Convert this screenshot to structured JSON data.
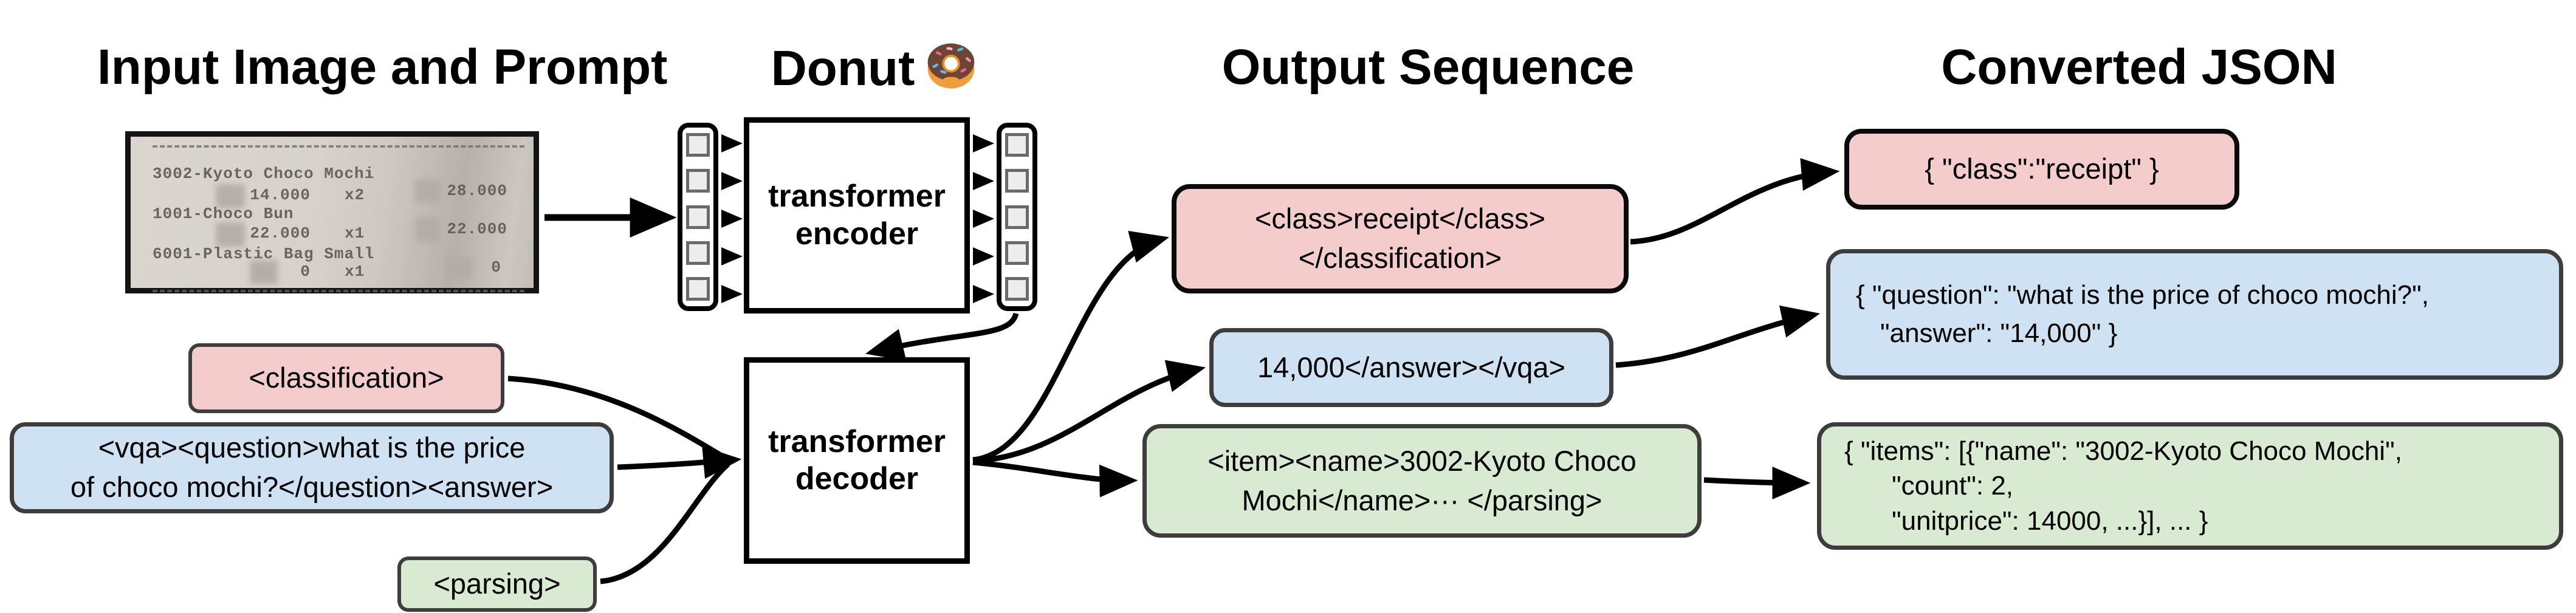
{
  "headers": {
    "input": "Input Image and Prompt",
    "model": "Donut",
    "output": "Output Sequence",
    "json": "Converted JSON"
  },
  "model": {
    "encoder_line1": "transformer",
    "encoder_line2": "encoder",
    "decoder_line1": "transformer",
    "decoder_line2": "decoder",
    "emoji": "donut-emoji"
  },
  "receipt": {
    "rows": [
      {
        "name": "3002-Kyoto Choco Mochi",
        "price": "14.000",
        "qty": "x2",
        "total": "28.000"
      },
      {
        "name": "1001-Choco Bun",
        "price": "22.000",
        "qty": "x1",
        "total": "22.000"
      },
      {
        "name": "6001-Plastic Bag Small",
        "price": "0",
        "qty": "x1",
        "total": "0"
      }
    ]
  },
  "prompts": {
    "classification": {
      "text": "<classification>"
    },
    "vqa": {
      "line1": "<vqa><question>what is the price",
      "line2": "of choco mochi?</question><answer>"
    },
    "parsing": {
      "text": "<parsing>"
    }
  },
  "outputs": {
    "classification": {
      "line1": "<class>receipt</class>",
      "line2": "</classification>"
    },
    "vqa": {
      "text": "14,000</answer></vqa>"
    },
    "parsing": {
      "line1": "<item><name>3002-Kyoto Choco",
      "line2": "Mochi</name>··· </parsing>"
    }
  },
  "json_outputs": {
    "classification": {
      "line1": "{ \"class\":\"receipt\" }"
    },
    "vqa": {
      "line1": "{ \"question\": \"what is the price of choco mochi?\",",
      "line2": "\"answer\": \"14,000\" }"
    },
    "parsing": {
      "line1": "{ \"items\": [{\"name\": \"3002-Kyoto Choco Mochi\",",
      "line2": "\"count\": 2,",
      "line3": "\"unitprice\": 14000, ...}], ... }"
    }
  },
  "colors": {
    "pink": "#f4cccc",
    "blue": "#cfe2f3",
    "green": "#d9ead3",
    "border_gray": "#3d3d3d",
    "border_black": "#0a0a0a",
    "background": "#ffffff"
  }
}
